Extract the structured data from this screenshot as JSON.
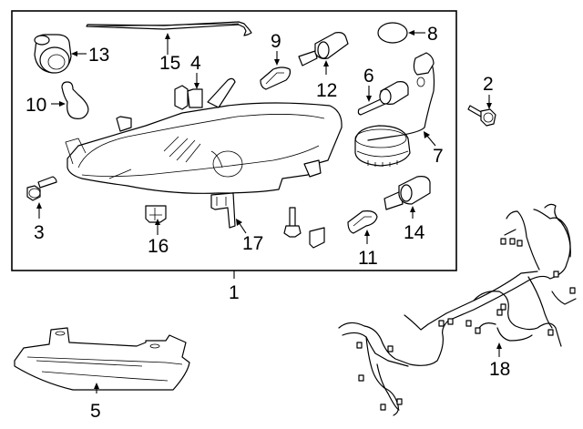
{
  "diagram": {
    "title": "Headlamp Assembly Exploded Parts Diagram",
    "assembly_box_label": "1",
    "callouts": [
      {
        "id": "1",
        "part": "headlamp-assembly"
      },
      {
        "id": "2",
        "part": "bolt"
      },
      {
        "id": "3",
        "part": "bolt"
      },
      {
        "id": "4",
        "part": "bracket-mount"
      },
      {
        "id": "5",
        "part": "lower-deflector-panel"
      },
      {
        "id": "6",
        "part": "hid-bulb"
      },
      {
        "id": "7",
        "part": "ballast-harness"
      },
      {
        "id": "8",
        "part": "seal-ring"
      },
      {
        "id": "9",
        "part": "wedge-bulb"
      },
      {
        "id": "10",
        "part": "turn-signal-bulb"
      },
      {
        "id": "11",
        "part": "side-marker-bulb"
      },
      {
        "id": "12",
        "part": "bulb-socket"
      },
      {
        "id": "13",
        "part": "bulb-socket-cap"
      },
      {
        "id": "14",
        "part": "bulb-socket"
      },
      {
        "id": "15",
        "part": "sensor-rod"
      },
      {
        "id": "16",
        "part": "clip"
      },
      {
        "id": "17",
        "part": "clip"
      },
      {
        "id": "18",
        "part": "wiring-harness"
      }
    ],
    "loose_parts_in_box": [
      "bolt",
      "clip-nut"
    ]
  }
}
